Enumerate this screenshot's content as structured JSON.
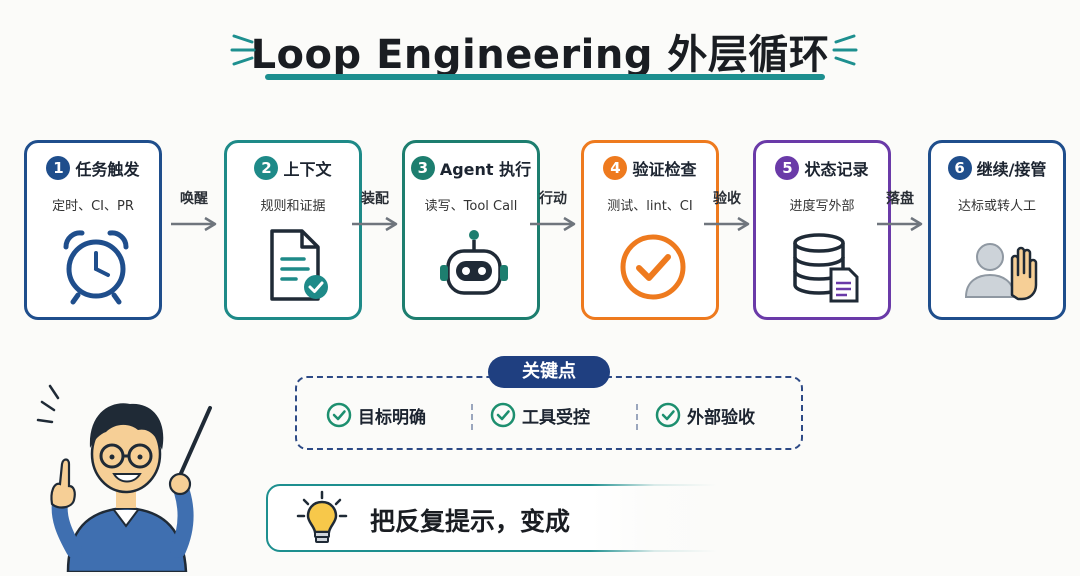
{
  "title": "Loop Engineering 外层循环",
  "steps": [
    {
      "num": "1",
      "title": "任务触发",
      "desc": "定时、CI、PR",
      "color": "#1f4e8c",
      "icon": "alarm-clock-icon"
    },
    {
      "num": "2",
      "title": "上下文",
      "desc": "规则和证据",
      "color": "#1e8a88",
      "icon": "document-check-icon"
    },
    {
      "num": "3",
      "title": "Agent 执行",
      "desc": "读写、Tool Call",
      "color": "#1d7e6f",
      "icon": "robot-icon"
    },
    {
      "num": "4",
      "title": "验证检查",
      "desc": "测试、lint、CI",
      "color": "#ee7a1e",
      "icon": "check-circle-icon"
    },
    {
      "num": "5",
      "title": "状态记录",
      "desc": "进度写外部",
      "color": "#6a3aa8",
      "icon": "database-file-icon"
    },
    {
      "num": "6",
      "title": "继续/接管",
      "desc": "达标或转人工",
      "color": "#1f4e8c",
      "icon": "person-hand-icon"
    }
  ],
  "connectors": [
    "唤醒",
    "装配",
    "行动",
    "验收",
    "落盘"
  ],
  "key_points": {
    "title": "关键点",
    "items": [
      "目标明确",
      "工具受控",
      "外部验收"
    ],
    "accent": "#1d8f6f"
  },
  "banner": {
    "text": "把反复提示，变成",
    "icon": "lightbulb-icon"
  }
}
